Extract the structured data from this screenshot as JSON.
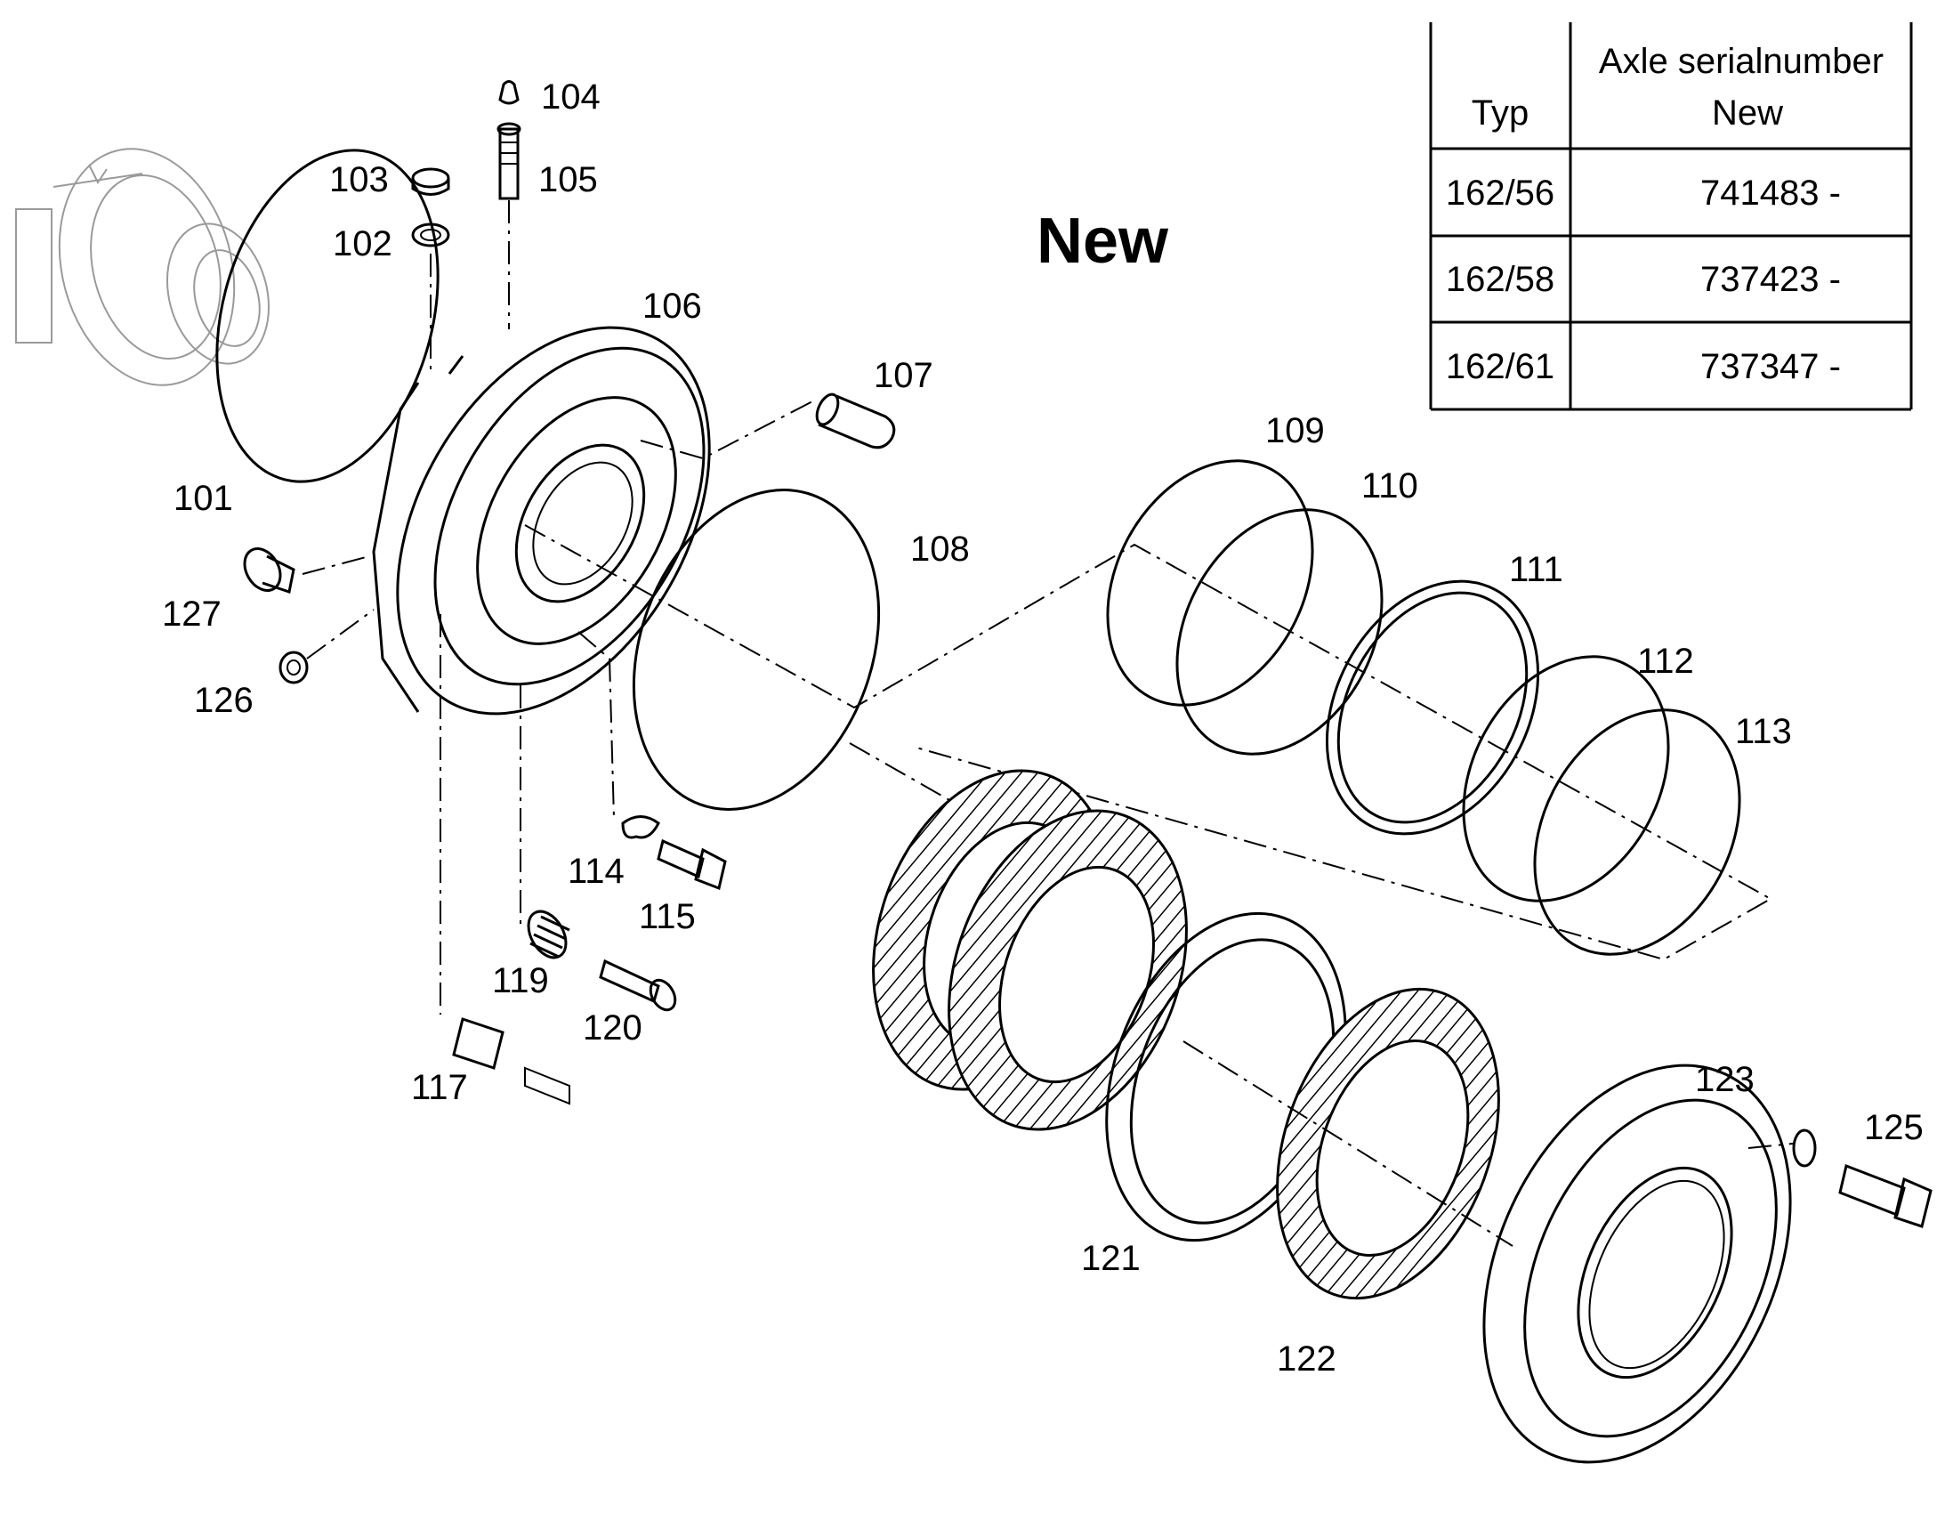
{
  "title": "New",
  "table": {
    "headers": {
      "typ": "Typ",
      "serial_line1": "Axle serialnumber",
      "serial_line2": "New"
    },
    "rows": [
      {
        "typ": "162/56",
        "serial": "741483 -"
      },
      {
        "typ": "162/58",
        "serial": "737423 -"
      },
      {
        "typ": "162/61",
        "serial": "737347 -"
      }
    ]
  },
  "labels": {
    "p101": "101",
    "p102": "102",
    "p103": "103",
    "p104": "104",
    "p105": "105",
    "p106": "106",
    "p107": "107",
    "p108": "108",
    "p109": "109",
    "p110": "110",
    "p111": "111",
    "p112": "112",
    "p113": "113",
    "p114": "114",
    "p115": "115",
    "p117": "117",
    "p119": "119",
    "p120": "120",
    "p121": "121",
    "p122": "122",
    "p123": "123",
    "p125": "125",
    "p126": "126",
    "p127": "127"
  }
}
